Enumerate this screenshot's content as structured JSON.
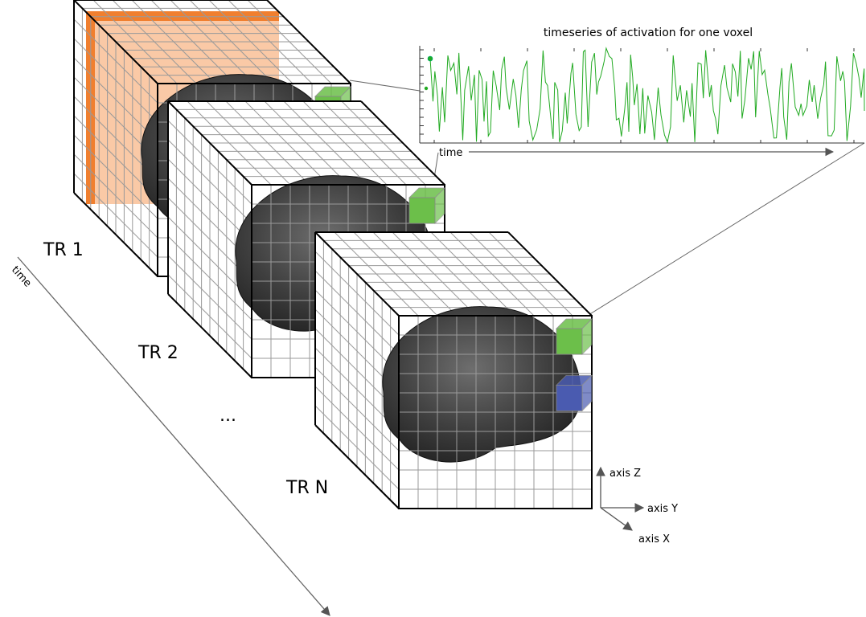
{
  "chart_title": "timeseries of activation for one voxel",
  "chart_xlabel": "time",
  "volume_labels": [
    "TR 1",
    "TR 2",
    "...",
    "TR N"
  ],
  "time_axis_label": "time",
  "axes": {
    "z": "axis Z",
    "y": "axis Y",
    "x": "axis X"
  },
  "colors": {
    "green_voxel": "#6cbf4a",
    "blue_voxel": "#4a5bb0",
    "orange_edge": "#f07f2f",
    "peach_face": "#fac9a6",
    "series_line": "#22aa22",
    "grid": "#9a9a9a",
    "brain": "#3c3c3c"
  }
}
